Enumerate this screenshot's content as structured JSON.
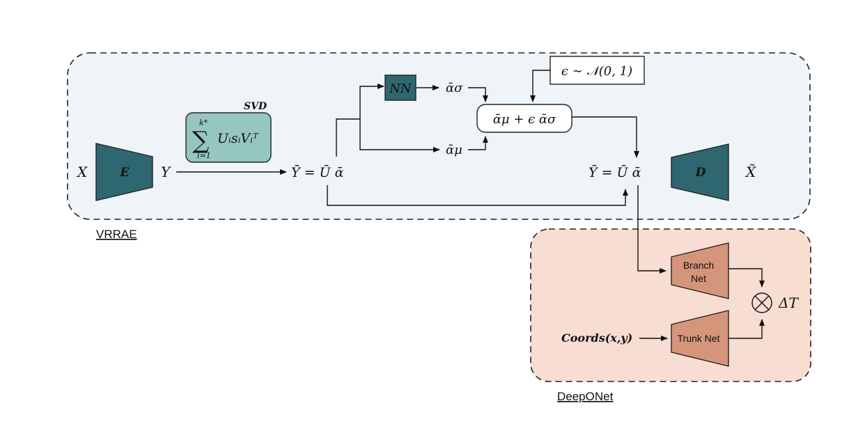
{
  "groups": {
    "vrrae": {
      "label": "VRRAE"
    },
    "deeponet": {
      "label": "DeepONet"
    }
  },
  "nodes": {
    "input_x": "X",
    "encoder": "E",
    "latent_y": "Y",
    "svd_title": "SVD",
    "svd_sum_upper": "k*",
    "svd_sum_lower": "i=1",
    "svd_expr": "UᵢsᵢVᵢᵀ",
    "ybar_left": "Ȳ = Ū ᾱ",
    "nn": "NN",
    "alpha_sigma": "ᾱσ",
    "alpha_mu": "ᾱμ",
    "epsilon": "ϵ ∼ 𝒩(0, 1)",
    "reparam": "ᾱμ + ϵ ᾱσ",
    "ybar_right": "Ȳ = Ū ᾱ",
    "decoder": "D",
    "output_xtilde": "X̃",
    "branch_net_line1": "Branch",
    "branch_net_line2": "Net",
    "trunk_net": "Trunk Net",
    "coords": "Coords(x,y)",
    "otimes": "⊗",
    "delta_t": "ΔT"
  },
  "colors": {
    "vrrae_fill": "#EEF4F8",
    "deeponet_fill": "#F8DDD2",
    "encoder_decoder_fill": "#2F6770",
    "svd_fill": "#95C6BF",
    "nn_fill": "#2F6770",
    "net_fill": "#D4957A",
    "border": "#222222"
  }
}
